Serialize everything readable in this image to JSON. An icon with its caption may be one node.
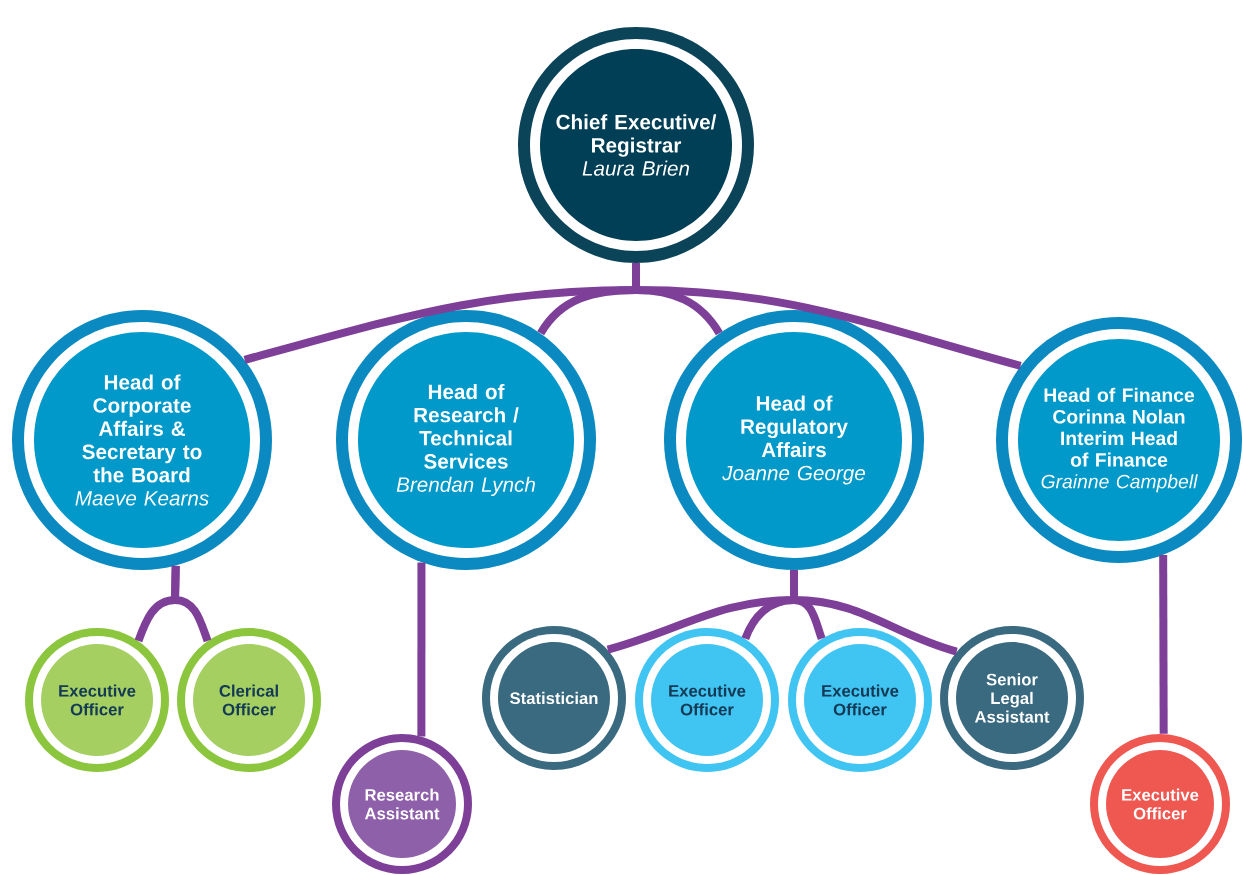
{
  "diagram": {
    "nodes": [
      {
        "text": [
          "Chief Executive/ Registrar",
          "Laura Brien"
        ]
      },
      {
        "text": [
          "Head of Corporate Affairs & Secretary to the Board",
          "Maeve Kearns"
        ]
      },
      {
        "text": [
          "Head of Research / Technical Services",
          "Brendan Lynch"
        ]
      },
      {
        "text": [
          "Head of Regulatory Affairs",
          "Joanne George"
        ]
      },
      {
        "text": [
          "Head of Finance Corinna Nolan Interim Head of Finance",
          "Grainne Campbell"
        ]
      },
      {
        "text": [
          "Executive Officer"
        ]
      },
      {
        "text": [
          "Clerical Officer"
        ]
      },
      {
        "text": [
          "Research Assistant"
        ]
      },
      {
        "text": [
          "Statistician"
        ]
      },
      {
        "text": [
          "Executive Officer"
        ]
      },
      {
        "text": [
          "Executive Officer"
        ]
      },
      {
        "text": [
          "Senior Legal Assistant"
        ]
      },
      {
        "text": [
          "Executive Officer"
        ]
      }
    ],
    "edges": [
      {
        "from": 0,
        "to": 1,
        "arrow": "none"
      },
      {
        "from": 0,
        "to": 2,
        "arrow": "none"
      },
      {
        "from": 0,
        "to": 3,
        "arrow": "none"
      },
      {
        "from": 0,
        "to": 4,
        "arrow": "none"
      },
      {
        "from": 1,
        "to": 5,
        "arrow": "none"
      },
      {
        "from": 1,
        "to": 6,
        "arrow": "none"
      },
      {
        "from": 2,
        "to": 7,
        "arrow": "none"
      },
      {
        "from": 3,
        "to": 8,
        "arrow": "none"
      },
      {
        "from": 3,
        "to": 9,
        "arrow": "none"
      },
      {
        "from": 3,
        "to": 10,
        "arrow": "none"
      },
      {
        "from": 3,
        "to": 11,
        "arrow": "none"
      },
      {
        "from": 4,
        "to": 12,
        "arrow": "none"
      }
    ]
  }
}
